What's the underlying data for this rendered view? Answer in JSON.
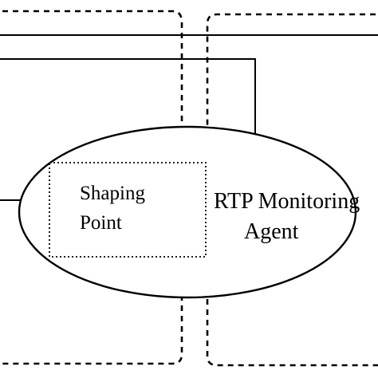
{
  "diagram": {
    "shaping_point": {
      "line1": "Shaping",
      "line2": "Point"
    },
    "monitoring_agent": {
      "line1": "RTP Monitoring",
      "line2": "Agent"
    },
    "colors": {
      "stroke": "#000000",
      "background": "#ffffff"
    }
  }
}
